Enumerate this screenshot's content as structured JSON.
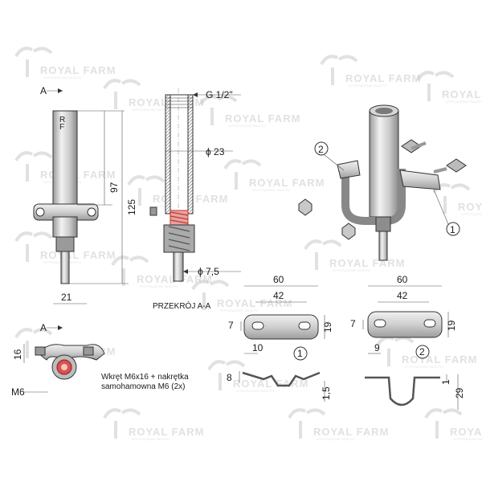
{
  "watermark": {
    "brand": "ROYAL FARM",
    "tagline": "WYPOSAŻENIE MASZYN"
  },
  "front_view": {
    "section_mark_top": "A",
    "section_mark_bottom": "A",
    "tube_label": "R\nF",
    "dims": {
      "height_97": "97",
      "height_125": "125",
      "base_21": "21"
    }
  },
  "section_view": {
    "thread": "G 1/2\"",
    "diameter_23": "ϕ 23",
    "diameter_7_5": "ϕ 7,5",
    "caption": "PRZEKRÓJ A-A"
  },
  "top_view": {
    "mark_top": "A",
    "dim_16": "16",
    "thread_m6": "M6",
    "screw_note_line1": "Wkręt M6x16 + nakrętka",
    "screw_note_line2": "samohamowna M6 (2x)"
  },
  "bracket1": {
    "length": "60",
    "hole_spacing": "42",
    "hole_dia": "7",
    "height": "19",
    "edge_offset": "10",
    "callout": "1",
    "thickness": "8",
    "offset": "1,5"
  },
  "bracket2": {
    "length": "60",
    "hole_spacing": "42",
    "hole_dia": "7",
    "height": "19",
    "edge_offset": "9",
    "callout": "2",
    "thickness": "1",
    "depth": "29"
  },
  "iso_view": {
    "callout_1": "1",
    "callout_2": "2"
  },
  "colors": {
    "metal_light": "#e6e6e6",
    "metal_mid": "#bdbdbd",
    "metal_dark": "#8a8a8a",
    "spring_red": "#d9534f",
    "watermark": "#c9c9c9"
  }
}
